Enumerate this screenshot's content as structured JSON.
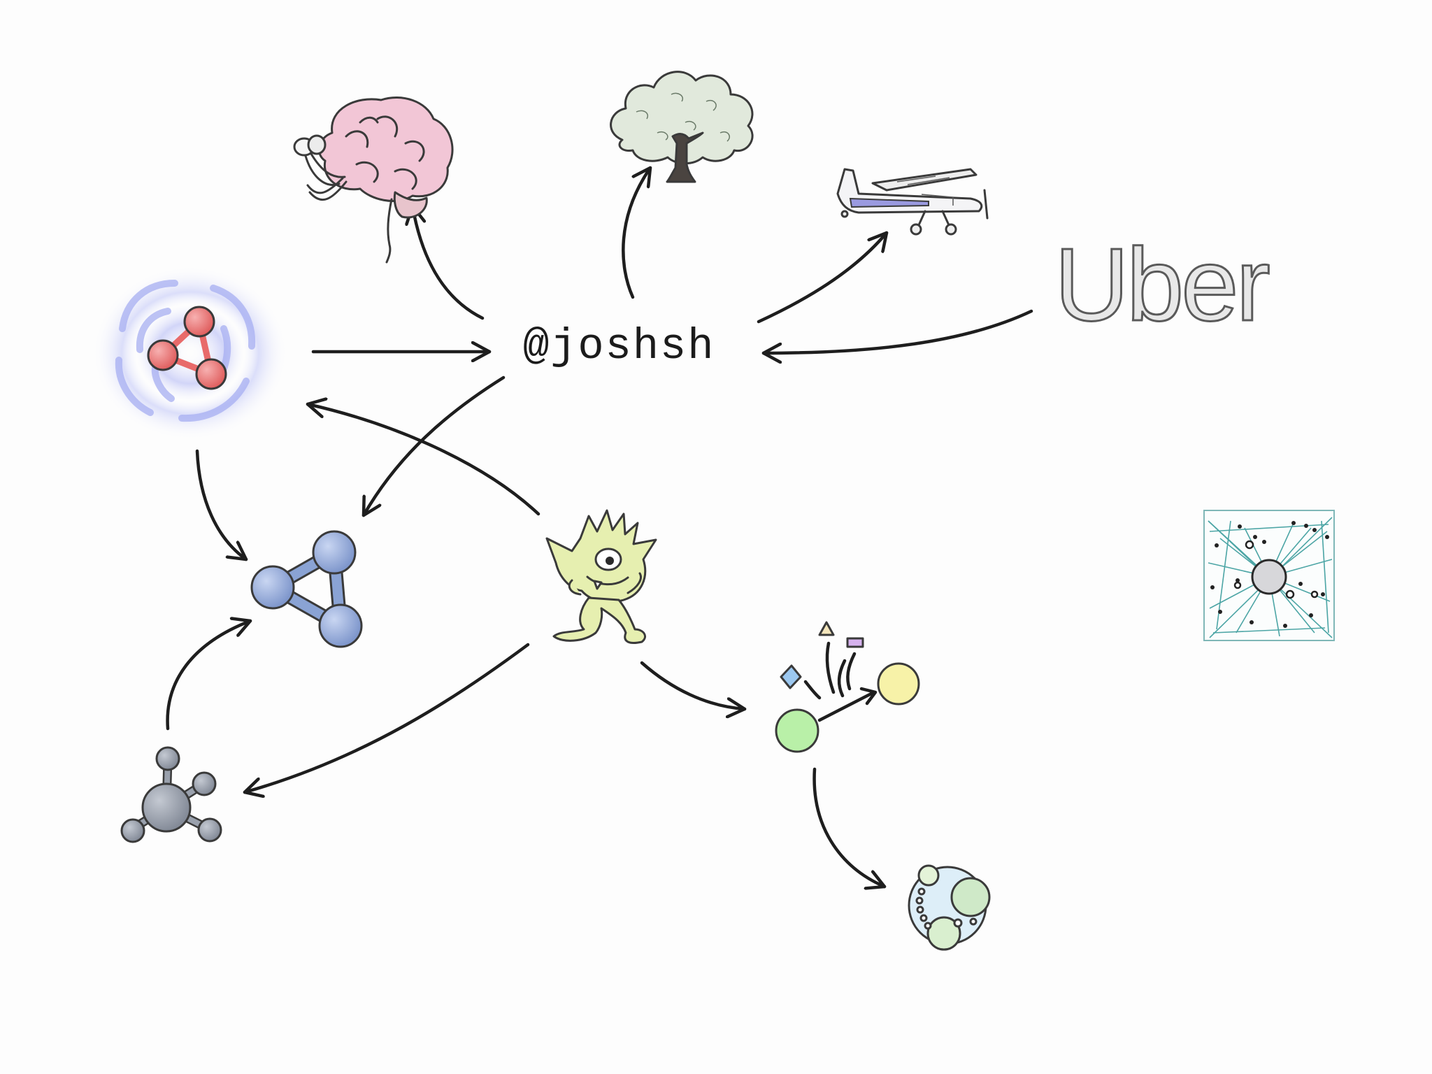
{
  "center": {
    "label": "@joshsh"
  },
  "logo": {
    "text": "Uber"
  },
  "colors": {
    "ink": "#1e1e1e",
    "brain": "#f2c6d6",
    "tree": "#dfe7dc",
    "plane_stripe": "#9a9ae0",
    "red_graph": "#e86a6a",
    "red_halo": "#9aa3f0",
    "blue_graph": "#8aa3d4",
    "grey_molecule": "#8f96a3",
    "goblin": "#e6efb0",
    "green_node": "#b9f0a8",
    "yellow_node": "#f7f2a8",
    "teal_network": "#3a9c9c",
    "circle_pack": "#cfe6d8"
  },
  "icons": [
    "brain-icon",
    "tree-icon",
    "airplane-icon",
    "uber-logo",
    "red-graph-halo-icon",
    "blue-graph-icon",
    "goblin-icon",
    "grey-molecule-icon",
    "node-edge-icon",
    "circle-pack-icon",
    "network-square-icon"
  ]
}
